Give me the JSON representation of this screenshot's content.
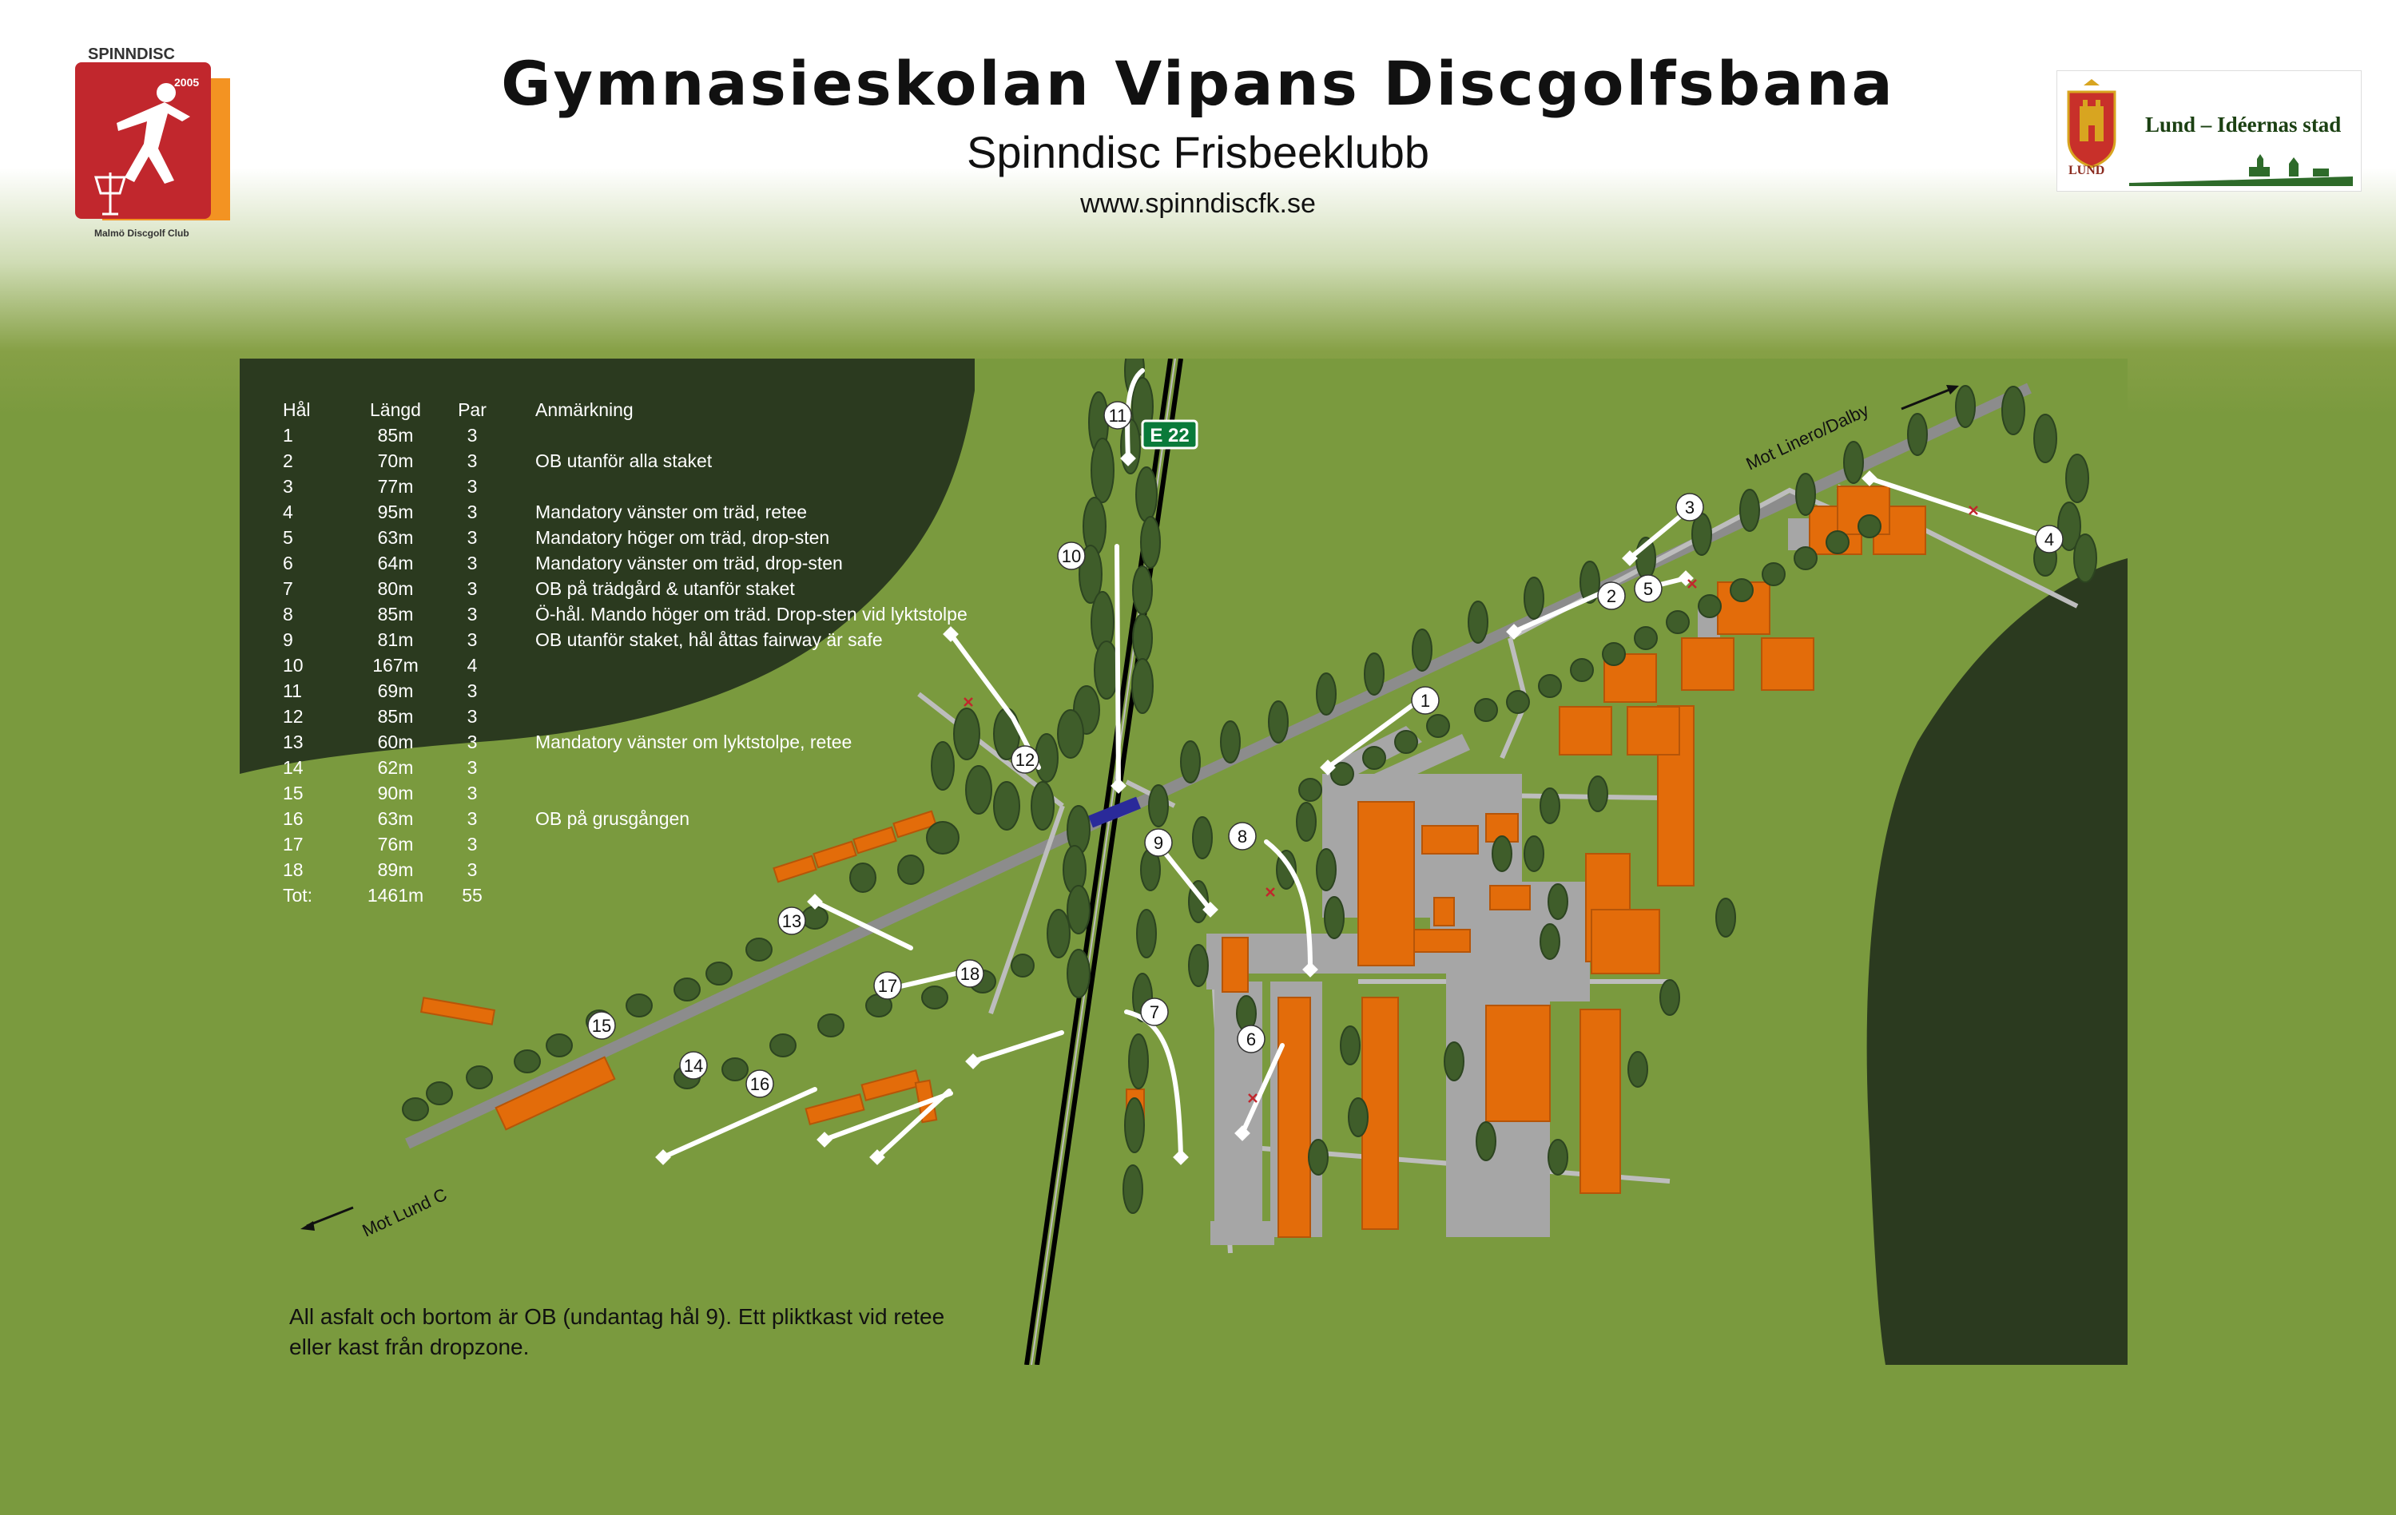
{
  "header": {
    "title": "Gymnasieskolan Vipans Discgolfsbana",
    "subtitle": "Spinndisc Frisbeeklubb",
    "website": "www.spinndiscfk.se"
  },
  "logo_left": {
    "name": "SPINNDISC",
    "year": "2005",
    "caption": "Malmö Discgolf Club"
  },
  "logo_right": {
    "text": "Lund – Idéernas stad",
    "shield_label": "LUND"
  },
  "legend": {
    "headers": [
      "Hål",
      "Längd",
      "Par",
      "Anmärkning"
    ],
    "rows": [
      {
        "hole": "1",
        "length": "85m",
        "par": "3",
        "note": ""
      },
      {
        "hole": "2",
        "length": "70m",
        "par": "3",
        "note": "OB utanför  alla staket"
      },
      {
        "hole": "3",
        "length": "77m",
        "par": "3",
        "note": ""
      },
      {
        "hole": "4",
        "length": "95m",
        "par": "3",
        "note": "Mandatory vänster om träd, retee"
      },
      {
        "hole": "5",
        "length": "63m",
        "par": "3",
        "note": "Mandatory höger om träd, drop-sten"
      },
      {
        "hole": "6",
        "length": "64m",
        "par": "3",
        "note": "Mandatory vänster om träd, drop-sten"
      },
      {
        "hole": "7",
        "length": "80m",
        "par": "3",
        "note": "OB på trädgård & utanför staket"
      },
      {
        "hole": "8",
        "length": "85m",
        "par": "3",
        "note": "Ö-hål. Mando höger om träd. Drop-sten vid lyktstolpe"
      },
      {
        "hole": "9",
        "length": "81m",
        "par": "3",
        "note": "OB utanför staket, hål åttas fairway är safe"
      },
      {
        "hole": "10",
        "length": "167m",
        "par": "4",
        "note": ""
      },
      {
        "hole": "11",
        "length": "69m",
        "par": "3",
        "note": ""
      },
      {
        "hole": "12",
        "length": "85m",
        "par": "3",
        "note": ""
      },
      {
        "hole": "13",
        "length": "60m",
        "par": "3",
        "note": "Mandatory vänster om lyktstolpe, retee"
      },
      {
        "hole": "14",
        "length": "62m",
        "par": "3",
        "note": ""
      },
      {
        "hole": "15",
        "length": "90m",
        "par": "3",
        "note": ""
      },
      {
        "hole": "16",
        "length": "63m",
        "par": "3",
        "note": "OB på grusgången"
      },
      {
        "hole": "17",
        "length": "76m",
        "par": "3",
        "note": ""
      },
      {
        "hole": "18",
        "length": "89m",
        "par": "3",
        "note": ""
      }
    ],
    "total": {
      "label": "Tot:",
      "length": "1461m",
      "par": "55"
    }
  },
  "map": {
    "road_sign": "E 22",
    "direction_ne": "Mot Linero/Dalby",
    "direction_sw": "Mot Lund C",
    "hole_labels": [
      "1",
      "2",
      "3",
      "4",
      "5",
      "6",
      "7",
      "8",
      "9",
      "10",
      "11",
      "12",
      "13",
      "14",
      "15",
      "16",
      "17",
      "18"
    ],
    "colors": {
      "grass": "#7a9a3e",
      "dark_grass": "#2b3a1f",
      "building": "#e36c0a",
      "pavement": "#a6a6a6",
      "tree": "#3f5d2a",
      "fairway": "#ffffff"
    }
  },
  "footnote": "All asfalt och bortom är OB (undantag hål 9). Ett pliktkast vid retee eller kast från dropzone."
}
